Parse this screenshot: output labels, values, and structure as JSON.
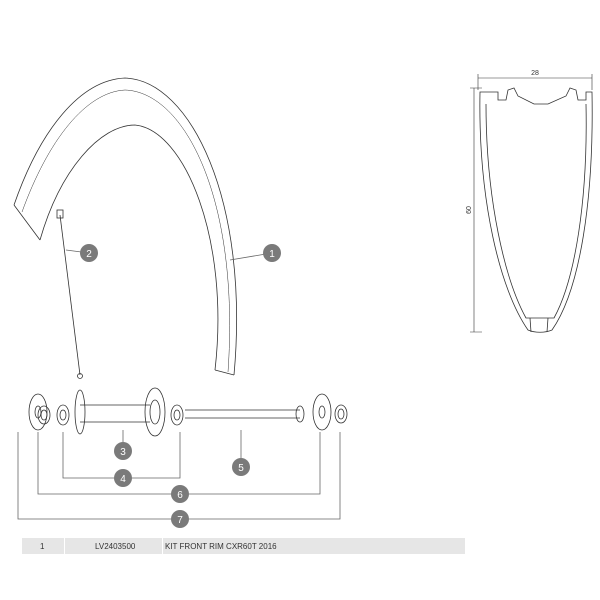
{
  "diagram": {
    "callouts": [
      "1",
      "2",
      "3",
      "4",
      "5",
      "6",
      "7"
    ],
    "profile": {
      "width_label": "28",
      "height_label": "60"
    }
  },
  "parts_table": {
    "rows": [
      {
        "ref": "1",
        "code": "LV2403500",
        "description": "KIT FRONT RIM CXR60T 2016"
      }
    ]
  },
  "colors": {
    "callout": "#7a7a7a",
    "row_bg": "#e6e6e6"
  }
}
